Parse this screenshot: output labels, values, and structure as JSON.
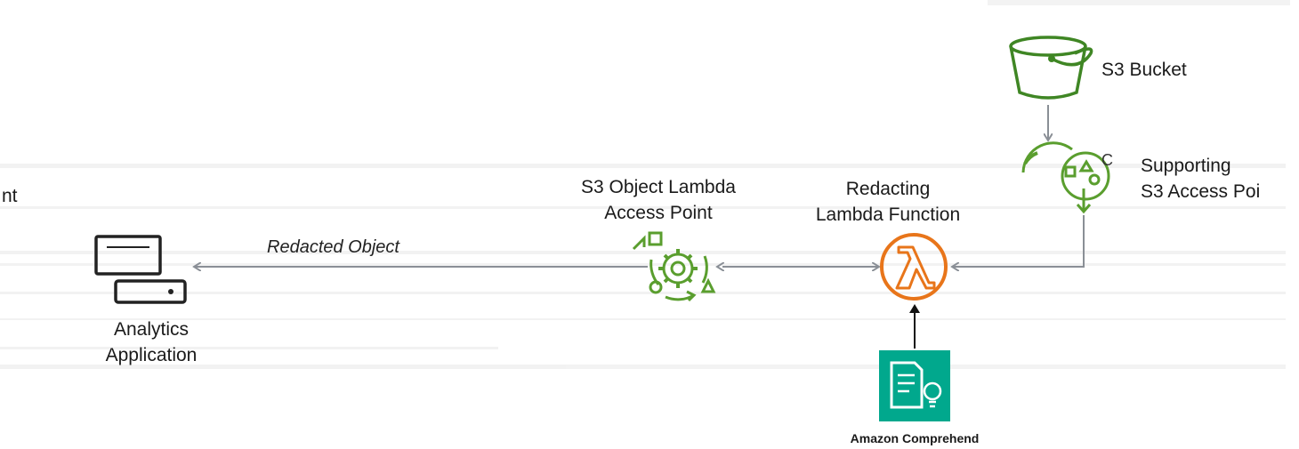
{
  "labels": {
    "left_cut": "nt",
    "analytics": [
      "Analytics",
      "Application"
    ],
    "olap": [
      "S3 Object Lambda",
      "Access Point"
    ],
    "lambda": [
      "Redacting",
      "Lambda Function"
    ],
    "bucket": "S3 Bucket",
    "supporting": [
      "Supporting",
      "S3 Access Poi"
    ],
    "comprehend": "Amazon Comprehend",
    "edge": "Redacted Object"
  },
  "colors": {
    "aws_green": "#3f8624",
    "lambda_orange": "#e8751a",
    "comprehend_teal": "#01a88d",
    "line": "#8a8f96"
  },
  "icons": {
    "analytics": "client-computer-icon",
    "olap": "s3-object-lambda-access-point-icon",
    "lambda": "lambda-function-icon",
    "bucket": "s3-bucket-icon",
    "supporting": "s3-access-point-icon",
    "comprehend": "amazon-comprehend-icon"
  }
}
